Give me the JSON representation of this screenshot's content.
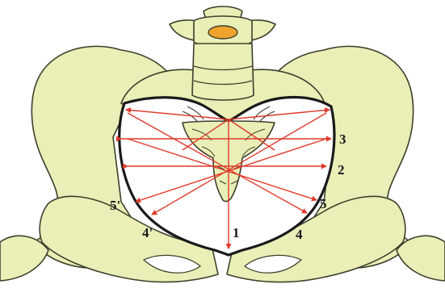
{
  "colors": {
    "bone": "#e9efb6",
    "outline": "#1a1a1a",
    "measurement_lines": "#e0392a",
    "vertebral_canal": "#f0a32c"
  },
  "labels": {
    "l1": "1",
    "l2": "2",
    "l3": "3",
    "l4": "4",
    "l4p": "4'",
    "l5": "5",
    "l5p": "5'"
  }
}
